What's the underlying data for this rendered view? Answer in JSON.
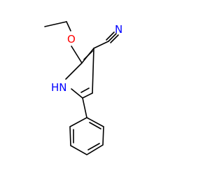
{
  "molecule": {
    "atom_labels": {
      "oxygen": "O",
      "nitrogen": "N",
      "nh": "HN"
    },
    "colors": {
      "bond": "#000000",
      "oxygen": "#ff0000",
      "nitrogen": "#0000ff",
      "background": "#ffffff"
    }
  }
}
